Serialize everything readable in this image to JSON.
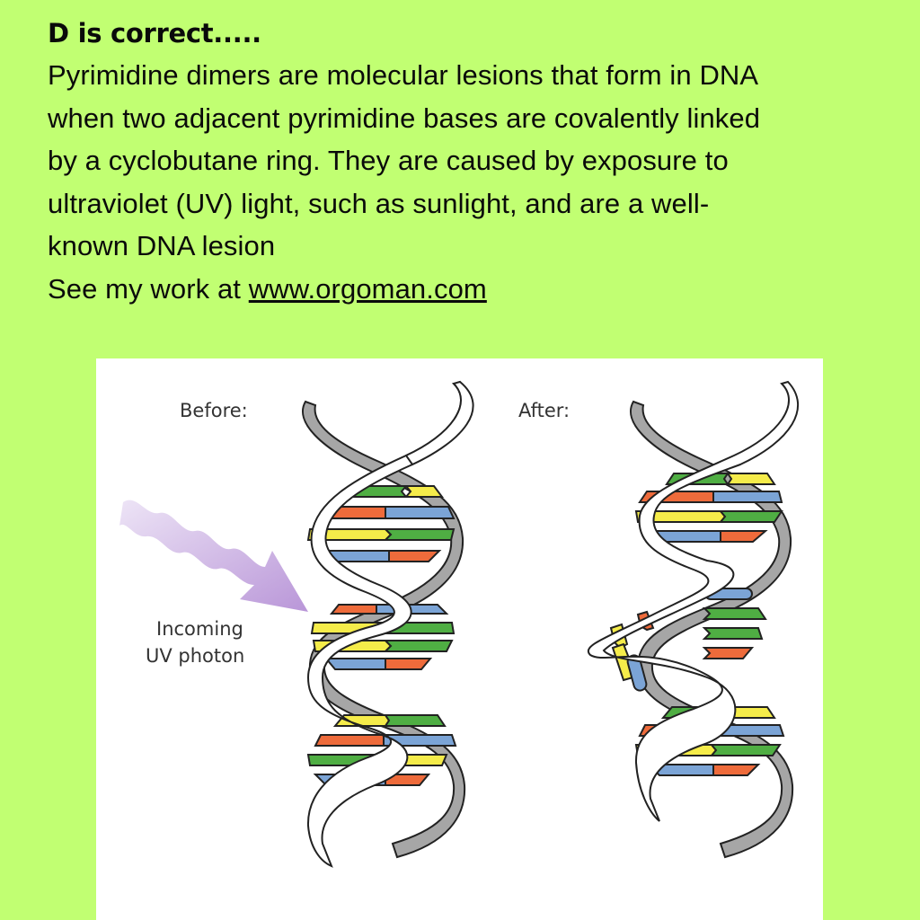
{
  "post": {
    "headline": "D is correct.....",
    "lines": [
      "Pyrimidine dimers are molecular lesions that form in DNA",
      "when two adjacent pyrimidine bases are covalently linked",
      "by a cyclobutane ring. They are caused by exposure to",
      "ultraviolet (UV) light, such as sunlight, and are a well-",
      "known DNA lesion"
    ],
    "promo_prefix": "See my work at ",
    "promo_link": "www.orgoman.com"
  },
  "figure": {
    "before_label": "Before:",
    "after_label": "After:",
    "photon_label_line1": "Incoming",
    "photon_label_line2": "UV photon",
    "icons": [
      "uv-photon-arrow-icon",
      "dna-helix-before",
      "dna-helix-after"
    ]
  },
  "colors": {
    "background": "#C1FF72",
    "panel": "#FFFFFF",
    "base_green": "#4FAE43",
    "base_yellow": "#F5EC4A",
    "base_red": "#EE6B3B",
    "base_blue": "#7BA4D6",
    "backbone_gray": "#A6A6A6",
    "photon_purple": "#C3A8DC"
  }
}
